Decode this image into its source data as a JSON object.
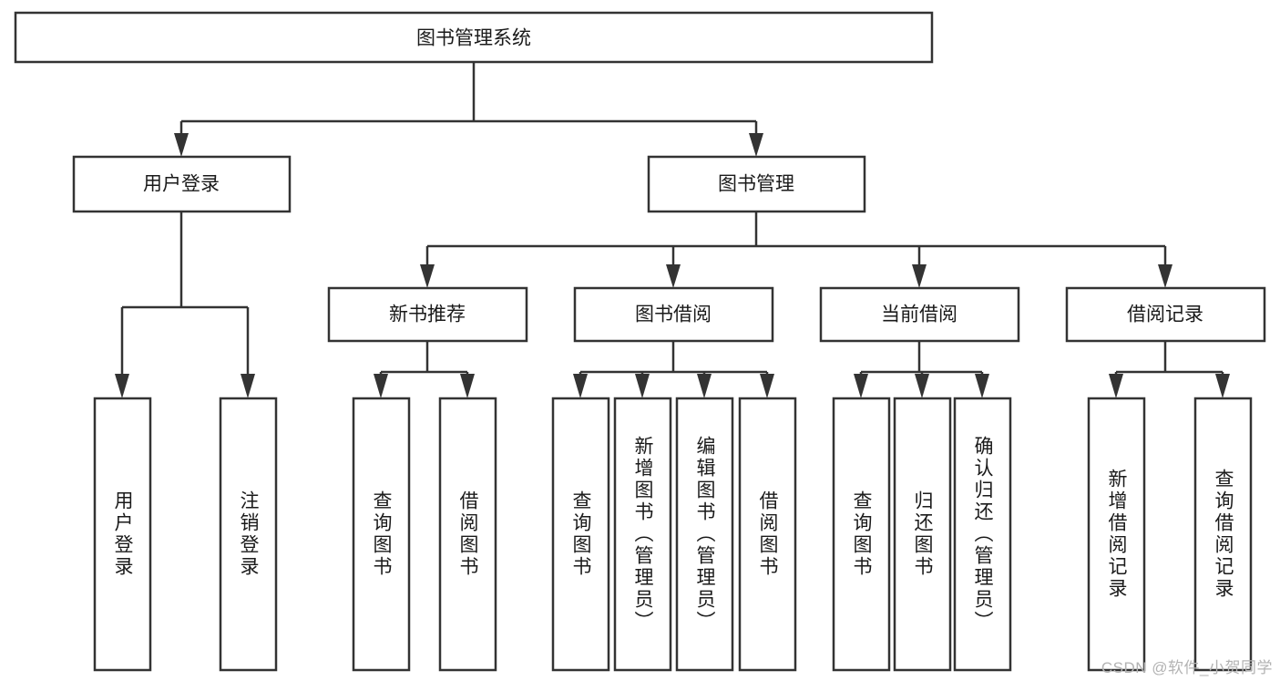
{
  "diagram": {
    "type": "tree-hierarchy-chart",
    "title": "图书管理系统",
    "watermark": "CSDN @软件_小贺同学",
    "colors": {
      "stroke": "#333333",
      "fill": "#ffffff",
      "text": "#1a1a1a",
      "watermark": "#b3b3b3",
      "background": "#ffffff"
    },
    "root": {
      "id": "root",
      "label": "图书管理系统",
      "orientation": "horizontal"
    },
    "level2": [
      {
        "id": "user-login",
        "label": "用户登录",
        "orientation": "horizontal"
      },
      {
        "id": "book-management",
        "label": "图书管理",
        "orientation": "horizontal"
      }
    ],
    "level3": [
      {
        "id": "new-book-recommend",
        "label": "新书推荐",
        "orientation": "horizontal",
        "parent": "book-management"
      },
      {
        "id": "book-borrow",
        "label": "图书借阅",
        "orientation": "horizontal",
        "parent": "book-management"
      },
      {
        "id": "current-borrow",
        "label": "当前借阅",
        "orientation": "horizontal",
        "parent": "book-management"
      },
      {
        "id": "borrow-record",
        "label": "借阅记录",
        "orientation": "horizontal",
        "parent": "book-management"
      }
    ],
    "leaves": [
      {
        "id": "leaf-user-login",
        "label": "用户登录",
        "orientation": "vertical",
        "parent": "user-login"
      },
      {
        "id": "leaf-user-logout",
        "label": "注销登录",
        "orientation": "vertical",
        "parent": "user-login"
      },
      {
        "id": "leaf-query-book-1",
        "label": "查询图书",
        "orientation": "vertical",
        "parent": "new-book-recommend"
      },
      {
        "id": "leaf-borrow-book-1",
        "label": "借阅图书",
        "orientation": "vertical",
        "parent": "new-book-recommend"
      },
      {
        "id": "leaf-query-book-2",
        "label": "查询图书",
        "orientation": "vertical",
        "parent": "book-borrow"
      },
      {
        "id": "leaf-add-book",
        "label": "新增图书（管理员）",
        "orientation": "vertical",
        "parent": "book-borrow"
      },
      {
        "id": "leaf-edit-book",
        "label": "编辑图书（管理员）",
        "orientation": "vertical",
        "parent": "book-borrow"
      },
      {
        "id": "leaf-borrow-book-2",
        "label": "借阅图书",
        "orientation": "vertical",
        "parent": "book-borrow"
      },
      {
        "id": "leaf-query-book-3",
        "label": "查询图书",
        "orientation": "vertical",
        "parent": "current-borrow"
      },
      {
        "id": "leaf-return-book",
        "label": "归还图书",
        "orientation": "vertical",
        "parent": "current-borrow"
      },
      {
        "id": "leaf-confirm-return",
        "label": "确认归还（管理员）",
        "orientation": "vertical",
        "parent": "current-borrow"
      },
      {
        "id": "leaf-add-record",
        "label": "新增借阅记录",
        "orientation": "vertical",
        "parent": "borrow-record"
      },
      {
        "id": "leaf-query-record",
        "label": "查询借阅记录",
        "orientation": "vertical",
        "parent": "borrow-record"
      }
    ]
  }
}
